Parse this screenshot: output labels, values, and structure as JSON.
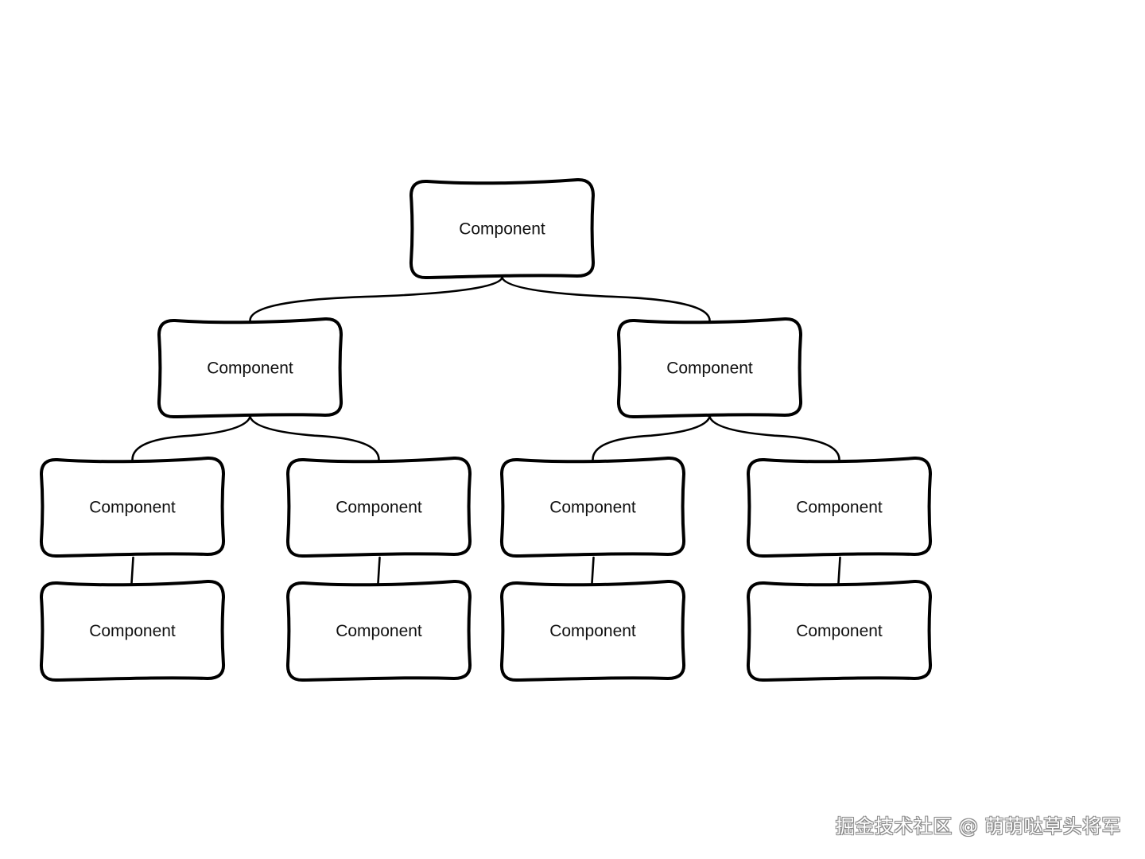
{
  "diagram": {
    "nodes": [
      {
        "id": "root",
        "label": "Component"
      },
      {
        "id": "l",
        "label": "Component"
      },
      {
        "id": "r",
        "label": "Component"
      },
      {
        "id": "ll",
        "label": "Component"
      },
      {
        "id": "lr",
        "label": "Component"
      },
      {
        "id": "rl",
        "label": "Component"
      },
      {
        "id": "rr",
        "label": "Component"
      },
      {
        "id": "ll_c",
        "label": "Component"
      },
      {
        "id": "lr_c",
        "label": "Component"
      },
      {
        "id": "rl_c",
        "label": "Component"
      },
      {
        "id": "rr_c",
        "label": "Component"
      }
    ],
    "edges": [
      {
        "from": "root",
        "to": "l"
      },
      {
        "from": "root",
        "to": "r"
      },
      {
        "from": "l",
        "to": "ll"
      },
      {
        "from": "l",
        "to": "lr"
      },
      {
        "from": "r",
        "to": "rl"
      },
      {
        "from": "r",
        "to": "rr"
      },
      {
        "from": "ll",
        "to": "ll_c"
      },
      {
        "from": "lr",
        "to": "lr_c"
      },
      {
        "from": "rl",
        "to": "rl_c"
      },
      {
        "from": "rr",
        "to": "rr_c"
      }
    ]
  },
  "watermark": {
    "text": "掘金技术社区 @ 萌萌哒草头将军"
  }
}
